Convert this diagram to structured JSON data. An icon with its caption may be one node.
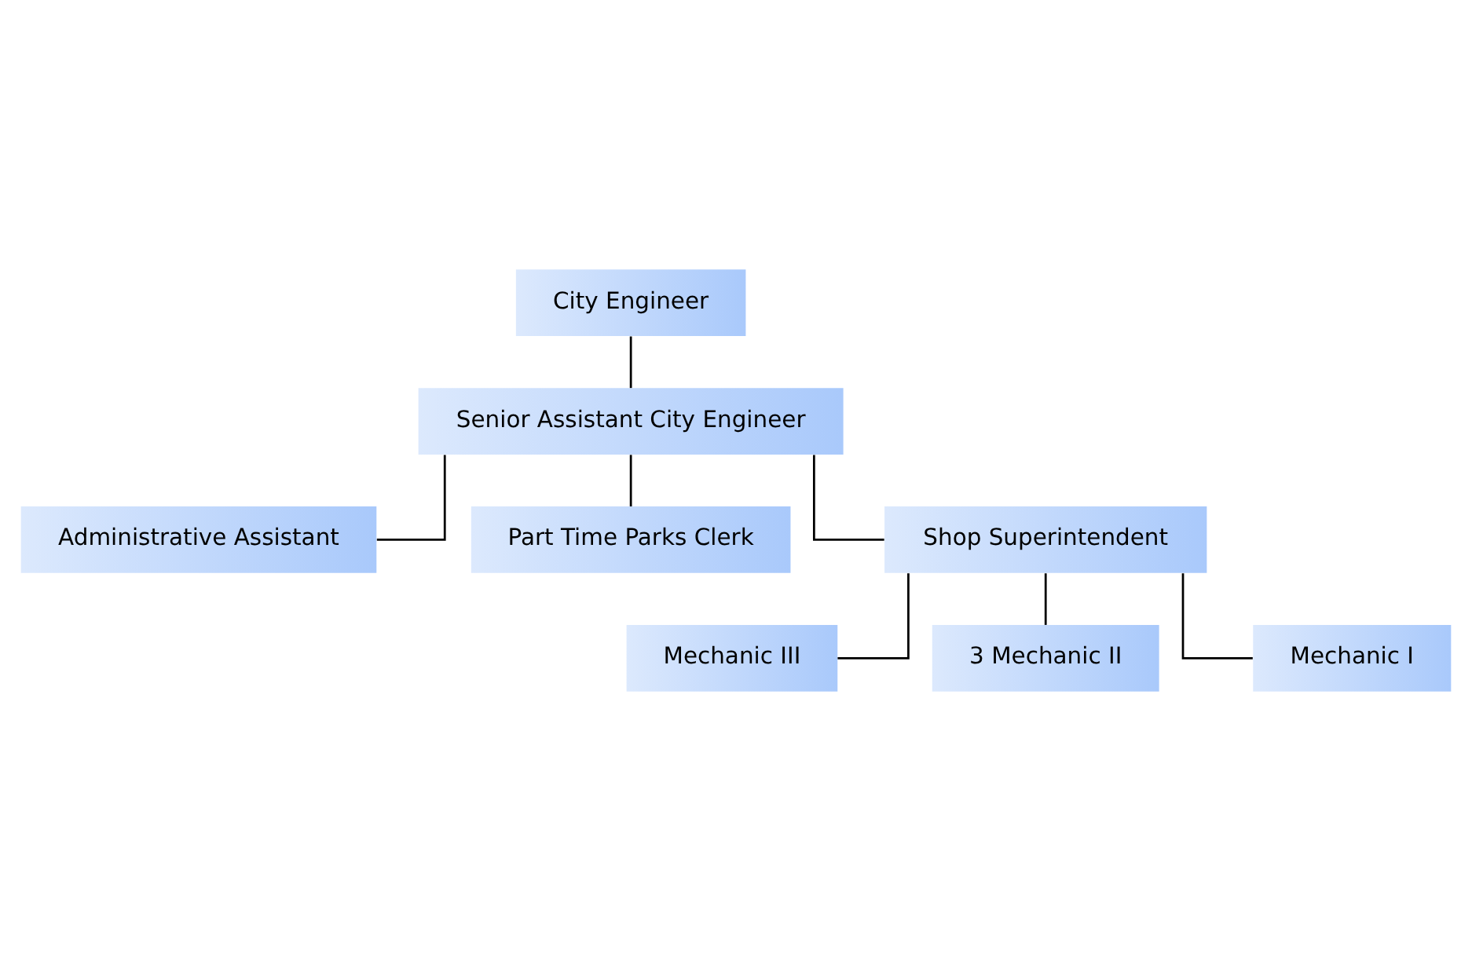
{
  "diagram": {
    "nodes": [
      {
        "text": [
          "City Engineer"
        ]
      },
      {
        "text": [
          "Senior Assistant City Engineer"
        ]
      },
      {
        "text": [
          "Administrative Assistant"
        ]
      },
      {
        "text": [
          "Part Time Parks Clerk"
        ]
      },
      {
        "text": [
          "Shop Superintendent"
        ]
      },
      {
        "text": [
          "Mechanic III"
        ]
      },
      {
        "text": [
          "3 Mechanic II"
        ]
      },
      {
        "text": [
          "Mechanic I"
        ]
      }
    ],
    "edges": [
      {
        "from": 0,
        "to": 1,
        "arrow": "none"
      },
      {
        "from": 1,
        "to": 2,
        "arrow": "none"
      },
      {
        "from": 1,
        "to": 3,
        "arrow": "none"
      },
      {
        "from": 1,
        "to": 4,
        "arrow": "none"
      },
      {
        "from": 4,
        "to": 5,
        "arrow": "none"
      },
      {
        "from": 4,
        "to": 6,
        "arrow": "none"
      },
      {
        "from": 4,
        "to": 7,
        "arrow": "none"
      }
    ]
  }
}
